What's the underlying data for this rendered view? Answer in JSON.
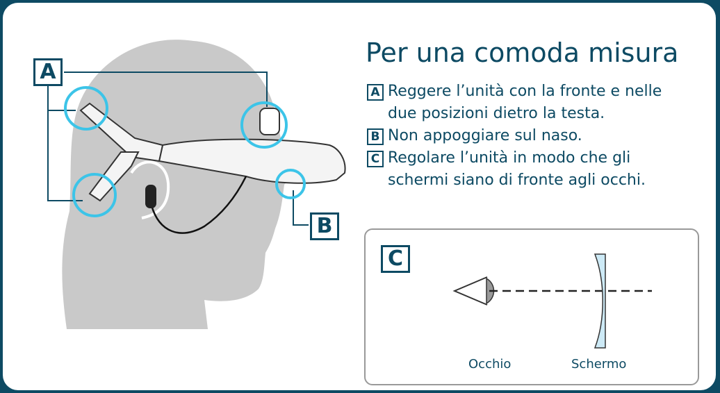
{
  "title": "Per una comoda misura",
  "instructions": [
    {
      "badge": "A",
      "lines": [
        "Reggere l’unità con la fronte e nelle",
        "due posizioni dietro la testa."
      ]
    },
    {
      "badge": "B",
      "lines": [
        "Non appoggiare sul naso."
      ]
    },
    {
      "badge": "C",
      "lines": [
        "Regolare l’unità in modo che gli",
        "schermi siano di fronte agli occhi."
      ]
    }
  ],
  "callouts": {
    "a": "A",
    "b": "B",
    "c": "C"
  },
  "panel": {
    "eye_caption": "Occhio",
    "screen_caption": "Schermo"
  },
  "colors": {
    "frame": "#0d4a63",
    "accent": "#3cc4e8",
    "silhouette": "#c9c9c9",
    "screen": "#cdeaf6"
  }
}
